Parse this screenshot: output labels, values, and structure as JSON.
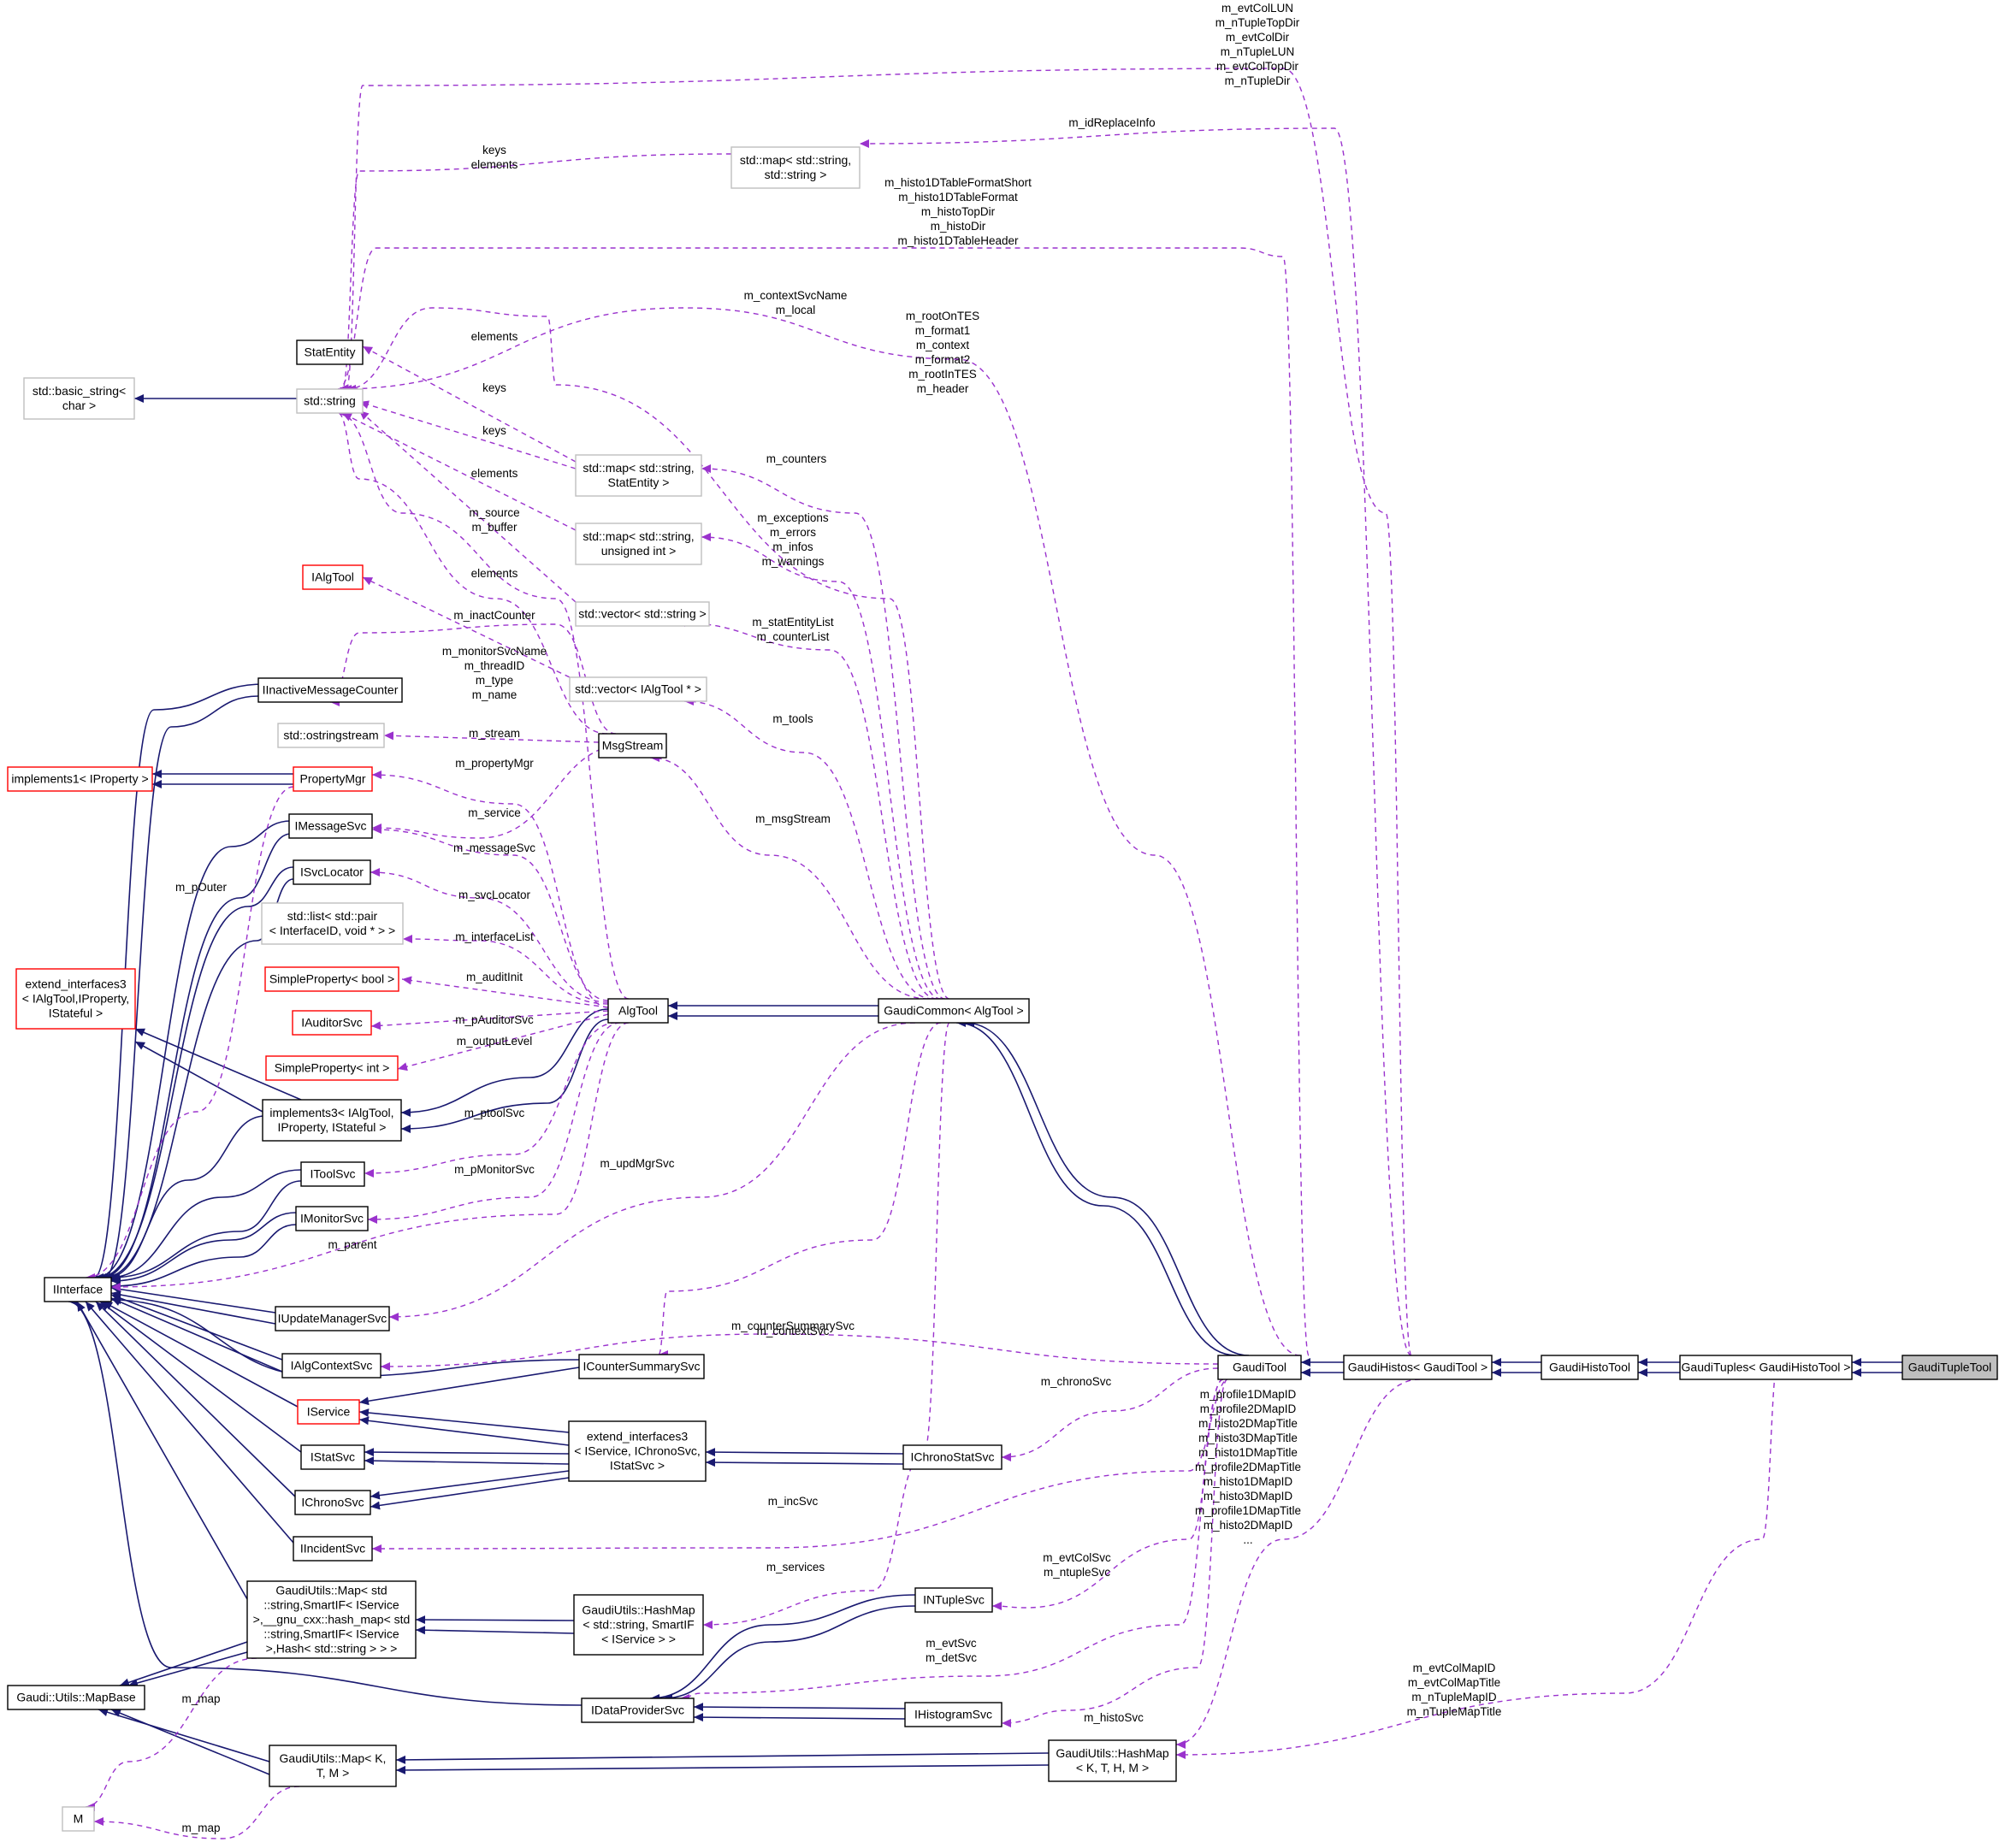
{
  "colors": {
    "inherit_edge": "#191970",
    "usage_edge": "#9a32cd",
    "box_normal": "#000000",
    "box_incomplete": "#bfbfbf",
    "box_red": "#ff0000",
    "highlight_fill": "#bfbfbf"
  },
  "nodes": [
    {
      "id": "GaudiTupleTool",
      "lines": [
        "GaudiTupleTool"
      ],
      "style": "highlight"
    },
    {
      "id": "GaudiTuples",
      "lines": [
        "GaudiTuples< GaudiHistoTool >"
      ],
      "style": "normal"
    },
    {
      "id": "GaudiHistoTool",
      "lines": [
        "GaudiHistoTool"
      ],
      "style": "normal"
    },
    {
      "id": "GaudiHistos",
      "lines": [
        "GaudiHistos< GaudiTool >"
      ],
      "style": "normal"
    },
    {
      "id": "GaudiTool",
      "lines": [
        "GaudiTool"
      ],
      "style": "normal"
    },
    {
      "id": "GaudiCommon",
      "lines": [
        "GaudiCommon< AlgTool >"
      ],
      "style": "normal"
    },
    {
      "id": "AlgTool",
      "lines": [
        "AlgTool"
      ],
      "style": "normal"
    },
    {
      "id": "StatEntity",
      "lines": [
        "StatEntity"
      ],
      "style": "normal"
    },
    {
      "id": "stdstring",
      "lines": [
        "std::string"
      ],
      "style": "incomplete"
    },
    {
      "id": "basicstring",
      "lines": [
        "std::basic_string<",
        "char >"
      ],
      "style": "incomplete"
    },
    {
      "id": "mapStrStr",
      "lines": [
        "std::map< std::string,",
        "std::string >"
      ],
      "style": "incomplete"
    },
    {
      "id": "mapStrStat",
      "lines": [
        "std::map< std::string,",
        "StatEntity >"
      ],
      "style": "incomplete"
    },
    {
      "id": "mapStrUint",
      "lines": [
        "std::map< std::string,",
        "unsigned int >"
      ],
      "style": "incomplete"
    },
    {
      "id": "vecString",
      "lines": [
        "std::vector< std::string >"
      ],
      "style": "incomplete"
    },
    {
      "id": "vecTool",
      "lines": [
        "std::vector< IAlgTool * >"
      ],
      "style": "incomplete"
    },
    {
      "id": "IAlgTool",
      "lines": [
        "IAlgTool"
      ],
      "style": "red"
    },
    {
      "id": "IInactive",
      "lines": [
        "IInactiveMessageCounter"
      ],
      "style": "normal"
    },
    {
      "id": "ostringstream",
      "lines": [
        "std::ostringstream"
      ],
      "style": "incomplete"
    },
    {
      "id": "MsgStream",
      "lines": [
        "MsgStream"
      ],
      "style": "normal"
    },
    {
      "id": "implements1",
      "lines": [
        "implements1< IProperty >"
      ],
      "style": "red"
    },
    {
      "id": "PropertyMgr",
      "lines": [
        "PropertyMgr"
      ],
      "style": "red"
    },
    {
      "id": "IMessageSvc",
      "lines": [
        "IMessageSvc"
      ],
      "style": "normal"
    },
    {
      "id": "ISvcLocator",
      "lines": [
        "ISvcLocator"
      ],
      "style": "normal"
    },
    {
      "id": "listPair",
      "lines": [
        "std::list< std::pair",
        "< InterfaceID, void * > >"
      ],
      "style": "incomplete"
    },
    {
      "id": "SimplePropBool",
      "lines": [
        "SimpleProperty< bool >"
      ],
      "style": "red"
    },
    {
      "id": "IAuditorSvc",
      "lines": [
        "IAuditorSvc"
      ],
      "style": "red"
    },
    {
      "id": "SimplePropInt",
      "lines": [
        "SimpleProperty< int >"
      ],
      "style": "red"
    },
    {
      "id": "extend3tool",
      "lines": [
        "extend_interfaces3",
        "< IAlgTool,IProperty,",
        "IStateful >"
      ],
      "style": "red"
    },
    {
      "id": "implements3",
      "lines": [
        "implements3< IAlgTool,",
        "IProperty, IStateful >"
      ],
      "style": "normal"
    },
    {
      "id": "IToolSvc",
      "lines": [
        "IToolSvc"
      ],
      "style": "normal"
    },
    {
      "id": "IMonitorSvc",
      "lines": [
        "IMonitorSvc"
      ],
      "style": "normal"
    },
    {
      "id": "IInterface",
      "lines": [
        "IInterface"
      ],
      "style": "normal"
    },
    {
      "id": "IUpdateMgr",
      "lines": [
        "IUpdateManagerSvc"
      ],
      "style": "normal"
    },
    {
      "id": "IAlgContextSvc",
      "lines": [
        "IAlgContextSvc"
      ],
      "style": "normal"
    },
    {
      "id": "ICounterSummary",
      "lines": [
        "ICounterSummarySvc"
      ],
      "style": "normal"
    },
    {
      "id": "IService",
      "lines": [
        "IService"
      ],
      "style": "red"
    },
    {
      "id": "IStatSvc",
      "lines": [
        "IStatSvc"
      ],
      "style": "normal"
    },
    {
      "id": "extend3svc",
      "lines": [
        "extend_interfaces3",
        "< IService, IChronoSvc,",
        "IStatSvc >"
      ],
      "style": "normal"
    },
    {
      "id": "IChronoStatSvc",
      "lines": [
        "IChronoStatSvc"
      ],
      "style": "normal"
    },
    {
      "id": "IChronoSvc",
      "lines": [
        "IChronoSvc"
      ],
      "style": "normal"
    },
    {
      "id": "IIncidentSvc",
      "lines": [
        "IIncidentSvc"
      ],
      "style": "normal"
    },
    {
      "id": "GUMapBig",
      "lines": [
        "GaudiUtils::Map< std",
        "::string,SmartIF< IService",
        " >,__gnu_cxx::hash_map< std",
        "::string,SmartIF< IService",
        " >,Hash< std::string > > >"
      ],
      "style": "normal"
    },
    {
      "id": "GUHashSvc",
      "lines": [
        "GaudiUtils::HashMap",
        "< std::string, SmartIF",
        "< IService > >"
      ],
      "style": "normal"
    },
    {
      "id": "INTupleSvc",
      "lines": [
        "INTupleSvc"
      ],
      "style": "normal"
    },
    {
      "id": "MapBase",
      "lines": [
        "Gaudi::Utils::MapBase"
      ],
      "style": "normal"
    },
    {
      "id": "IDataProvider",
      "lines": [
        "IDataProviderSvc"
      ],
      "style": "normal"
    },
    {
      "id": "IHistogramSvc",
      "lines": [
        "IHistogramSvc"
      ],
      "style": "normal"
    },
    {
      "id": "GUMapKTM",
      "lines": [
        "GaudiUtils::Map< K,",
        "T, M >"
      ],
      "style": "normal"
    },
    {
      "id": "GUHashKTHM",
      "lines": [
        "GaudiUtils::HashMap",
        "< K, T, H, M >"
      ],
      "style": "normal"
    },
    {
      "id": "M",
      "lines": [
        "M"
      ],
      "style": "incomplete"
    }
  ],
  "edge_labels": [
    {
      "lines": [
        "m_evtColLUN",
        "m_nTupleTopDir",
        "m_evtColDir",
        "m_nTupleLUN",
        "m_evtColTopDir",
        "m_nTupleDir"
      ]
    },
    {
      "lines": [
        "m_idReplaceInfo"
      ]
    },
    {
      "lines": [
        "keys",
        "elements"
      ]
    },
    {
      "lines": [
        "m_histo1DTableFormatShort",
        "m_histo1DTableFormat",
        "m_histoTopDir",
        "m_histoDir",
        "m_histo1DTableHeader"
      ]
    },
    {
      "lines": [
        "m_contextSvcName",
        "m_local"
      ]
    },
    {
      "lines": [
        "m_rootOnTES",
        "m_format1",
        "m_context",
        "m_format2",
        "m_rootInTES",
        "m_header"
      ]
    },
    {
      "lines": [
        "elements"
      ]
    },
    {
      "lines": [
        "keys"
      ]
    },
    {
      "lines": [
        "keys"
      ]
    },
    {
      "lines": [
        "m_counters"
      ]
    },
    {
      "lines": [
        "elements"
      ]
    },
    {
      "lines": [
        "m_source",
        "m_buffer"
      ]
    },
    {
      "lines": [
        "m_exceptions",
        "m_errors",
        "m_infos",
        "m_warnings"
      ]
    },
    {
      "lines": [
        "elements"
      ]
    },
    {
      "lines": [
        "m_inactCounter"
      ]
    },
    {
      "lines": [
        "m_statEntityList",
        "m_counterList"
      ]
    },
    {
      "lines": [
        "m_monitorSvcName",
        "m_threadID",
        "m_type",
        "m_name"
      ]
    },
    {
      "lines": [
        "m_tools"
      ]
    },
    {
      "lines": [
        "m_stream"
      ]
    },
    {
      "lines": [
        "m_propertyMgr"
      ]
    },
    {
      "lines": [
        "m_msgStream"
      ]
    },
    {
      "lines": [
        "m_service"
      ]
    },
    {
      "lines": [
        "m_messageSvc"
      ]
    },
    {
      "lines": [
        "m_pOuter"
      ]
    },
    {
      "lines": [
        "m_svcLocator"
      ]
    },
    {
      "lines": [
        "m_interfaceList"
      ]
    },
    {
      "lines": [
        "m_auditInit"
      ]
    },
    {
      "lines": [
        "m_pAuditorSvc"
      ]
    },
    {
      "lines": [
        "m_outputLevel"
      ]
    },
    {
      "lines": [
        "m_ptoolSvc"
      ]
    },
    {
      "lines": [
        "m_updMgrSvc"
      ]
    },
    {
      "lines": [
        "m_pMonitorSvc"
      ]
    },
    {
      "lines": [
        "m_parent"
      ]
    },
    {
      "lines": [
        "m_counterSummarySvc"
      ]
    },
    {
      "lines": [
        "m_contextSvc"
      ]
    },
    {
      "lines": [
        "m_chronoSvc"
      ]
    },
    {
      "lines": [
        "m_profile1DMapID",
        "m_profile2DMapID",
        "m_histo2DMapTitle",
        "m_histo3DMapTitle",
        "m_histo1DMapTitle",
        "m_profile2DMapTitle",
        "m_histo1DMapID",
        "m_histo3DMapID",
        "m_profile1DMapTitle",
        "m_histo2DMapID",
        "..."
      ]
    },
    {
      "lines": [
        "m_incSvc"
      ]
    },
    {
      "lines": [
        "m_evtColSvc",
        "m_ntupleSvc"
      ]
    },
    {
      "lines": [
        "m_services"
      ]
    },
    {
      "lines": [
        "m_evtSvc",
        "m_detSvc"
      ]
    },
    {
      "lines": [
        "m_map"
      ]
    },
    {
      "lines": [
        "m_histoSvc"
      ]
    },
    {
      "lines": [
        "m_evtColMapID",
        "m_evtColMapTitle",
        "m_nTupleMapID",
        "m_nTupleMapTitle"
      ]
    },
    {
      "lines": [
        "m_map"
      ]
    }
  ]
}
